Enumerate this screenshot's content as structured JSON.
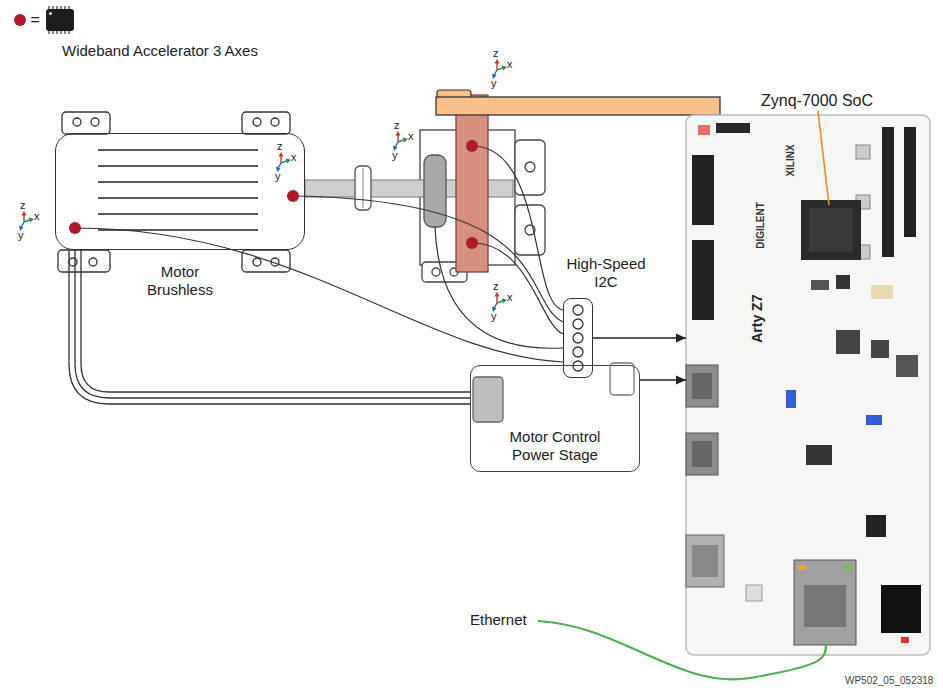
{
  "diagram": {
    "nodes": [
      {
        "text": [
          "Motor Brushless"
        ]
      },
      {
        "text": [
          "High-Speed I2C"
        ]
      },
      {
        "text": [
          "Motor Control Power Stage"
        ]
      },
      {
        "text": [
          "Zynq-7000 SoC"
        ]
      }
    ],
    "edges": [
      {
        "from": 0,
        "to": 2,
        "arrow": "none"
      },
      {
        "from": 1,
        "to": 3,
        "arrow": "to"
      },
      {
        "from": 2,
        "to": 3,
        "arrow": "to"
      }
    ],
    "labels": [
      "=",
      "z",
      "x",
      "y",
      "z",
      "x",
      "y",
      "z",
      "x",
      "y",
      "z",
      "x",
      "y",
      "z",
      "x",
      "y",
      "Arty Z7",
      "DIGILENT",
      "XILINX",
      "Ethernet",
      "WP502_05_052318"
    ],
    "legend": [
      {
        "text": "Wideband Accelerator 3 Axes",
        "color": "#b01a2e"
      }
    ]
  }
}
